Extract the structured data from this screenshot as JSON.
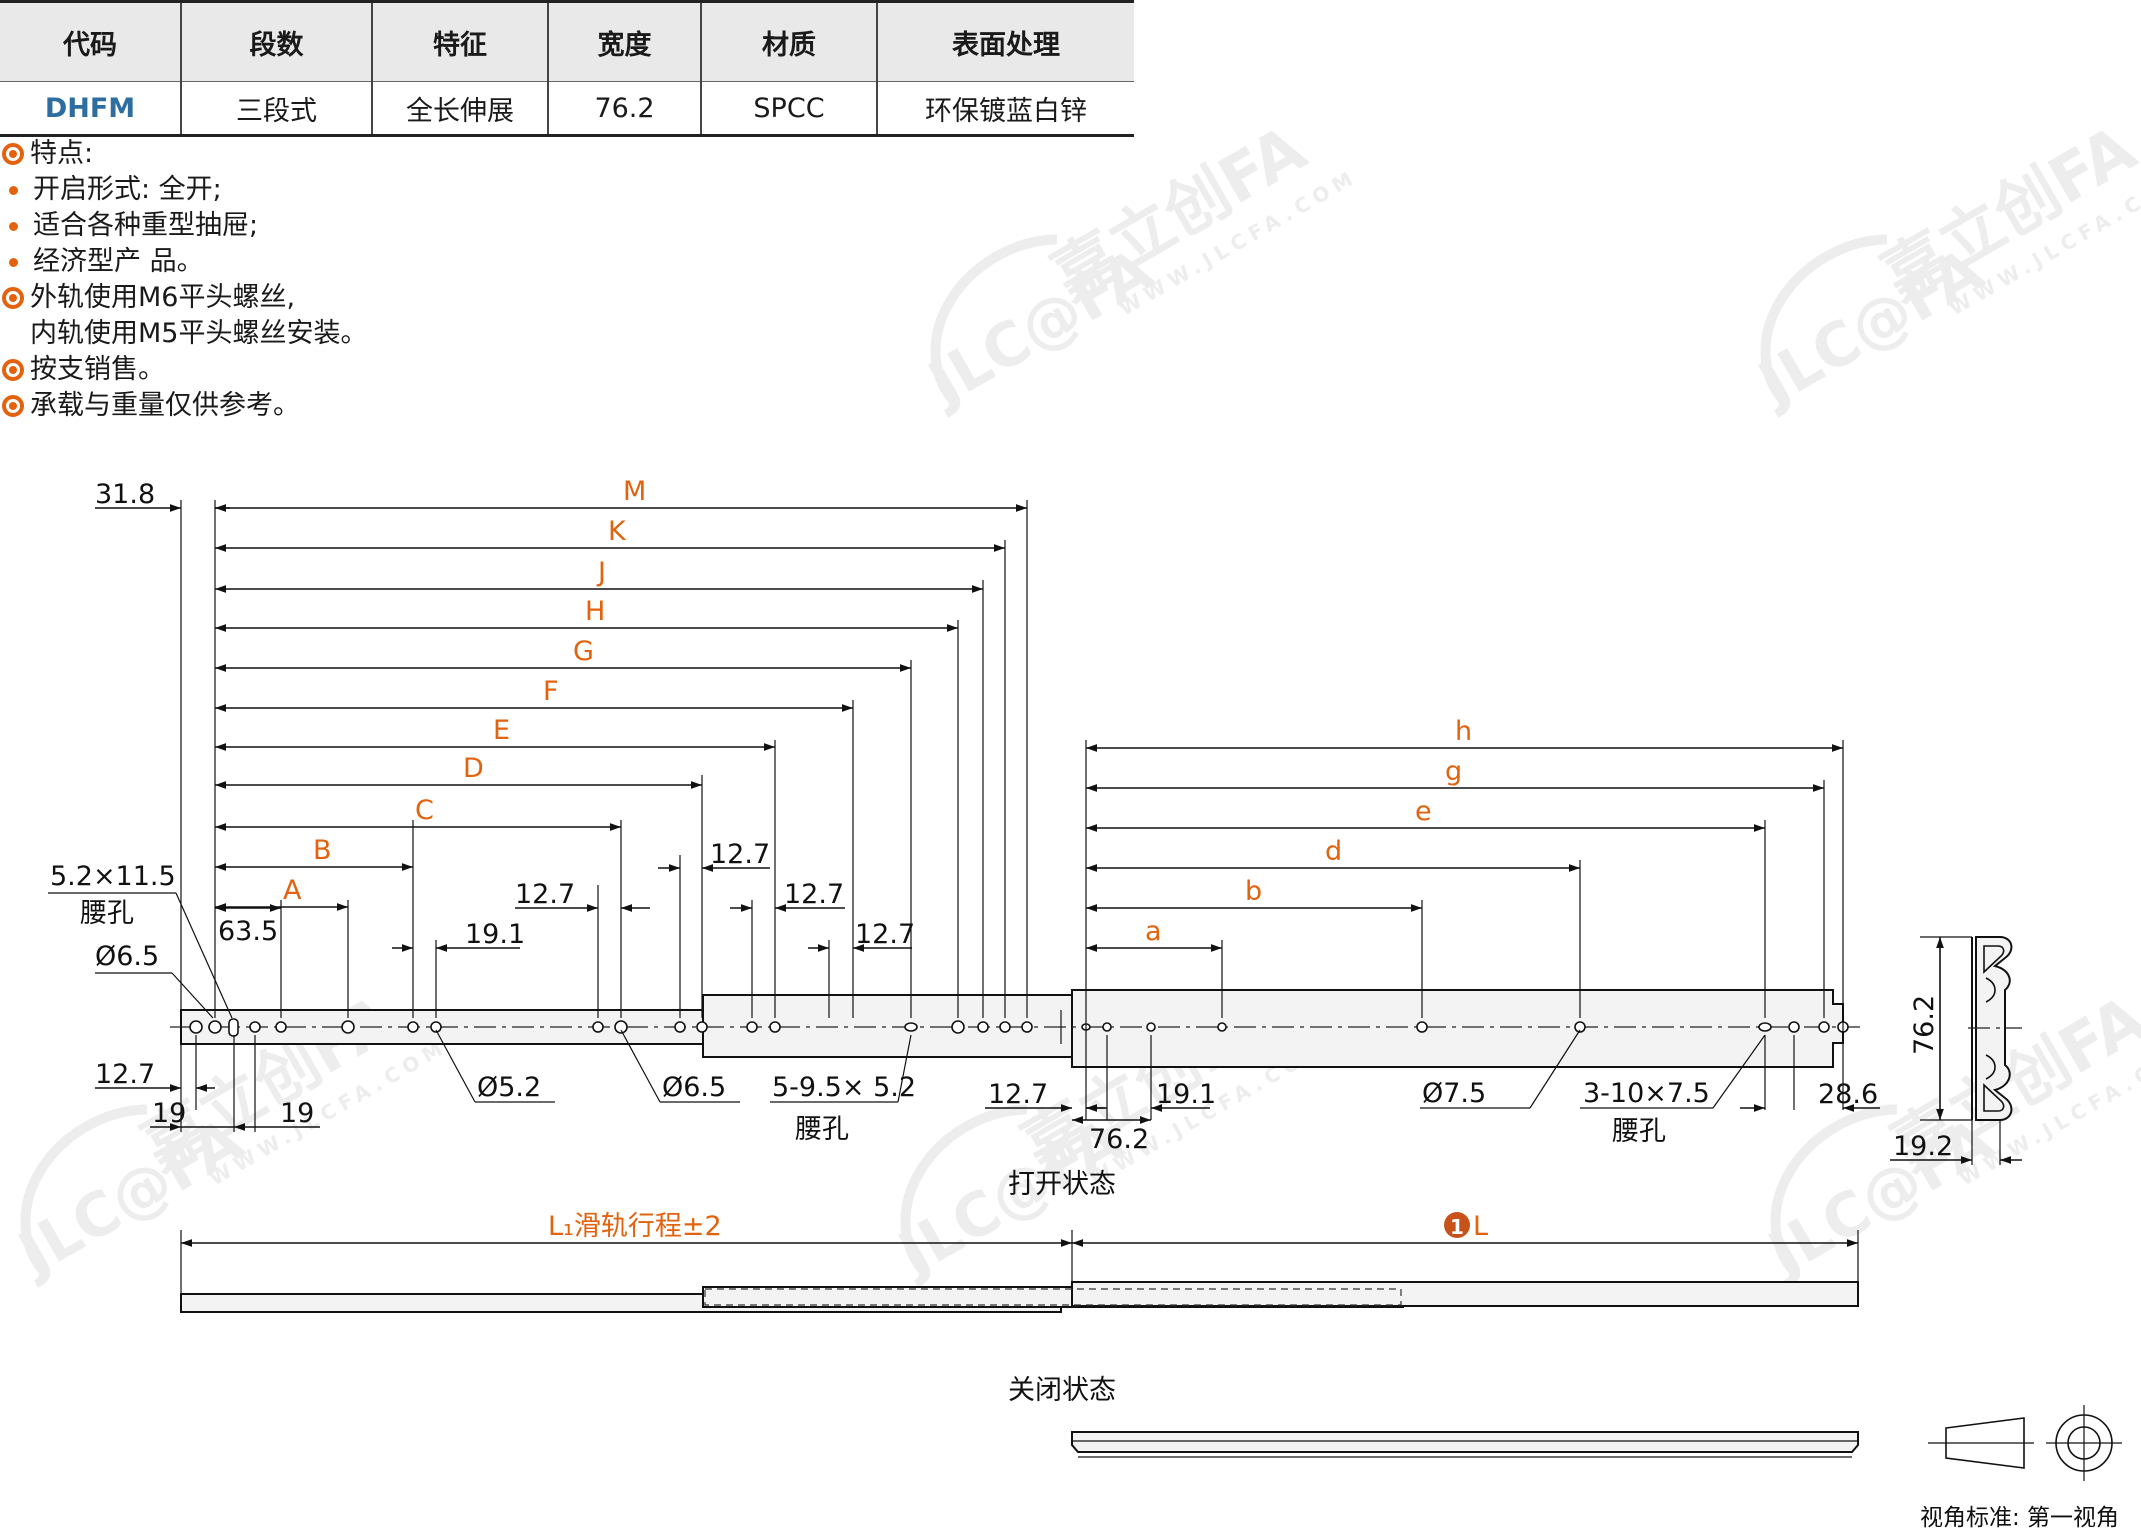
{
  "table": {
    "headers": [
      "代码",
      "段数",
      "特征",
      "宽度",
      "材质",
      "表面处理"
    ],
    "row": [
      "DHFM",
      "三段式",
      "全长伸展",
      "76.2",
      "SPCC",
      "环保镀蓝白锌"
    ]
  },
  "notes": [
    {
      "marker": "ring",
      "text": "特点:"
    },
    {
      "marker": "dot",
      "text": "开启形式: 全开;"
    },
    {
      "marker": "dot",
      "text": "适合各种重型抽屉;"
    },
    {
      "marker": "dot",
      "text": "经济型产 品。"
    },
    {
      "marker": "ring",
      "text": "外轨使用M6平头螺丝,"
    },
    {
      "marker": "none",
      "text": "内轨使用M5平头螺丝安装。"
    },
    {
      "marker": "ring",
      "text": "按支销售。"
    },
    {
      "marker": "ring",
      "text": "承载与重量仅供参考。"
    }
  ],
  "watermark": {
    "brand": "嘉立创FA",
    "logo": "JLC@FA",
    "url": "WWW.JLCFA.COM"
  },
  "drawing": {
    "upper_dims": [
      "M",
      "K",
      "J",
      "H",
      "G",
      "F",
      "E",
      "D",
      "C",
      "B",
      "A"
    ],
    "right_dims": [
      "h",
      "g",
      "e",
      "d",
      "b",
      "a"
    ],
    "labels": {
      "d31_8": "31.8",
      "slot_left": "5.2×11.5",
      "slot_left_sub": "腰孔",
      "hole_6_5": "Ø6.5",
      "d63_5": "63.5",
      "d12_7": "12.7",
      "d19_1": "19.1",
      "d19": "19",
      "hole_5_2": "Ø5.2",
      "hole_6_5b": "Ø6.5",
      "slot_mid": "5-9.5× 5.2",
      "slot_mid_sub": "腰孔",
      "d76_2": "76.2",
      "hole_7_5": "Ø7.5",
      "slot_right": "3-10×7.5",
      "slot_right_sub": "腰孔",
      "d28_6": "28.6",
      "d19_2": "19.2",
      "height_76_2": "76.2"
    },
    "open_state": "打开状态",
    "closed_state": "关闭状态",
    "l1_label": "L₁滑轨行程±2",
    "l_number": "1",
    "l_label": "L",
    "projection_label": "视角标准: 第一视角"
  },
  "colors": {
    "accent": "#e2620e",
    "code": "#2e6da0"
  }
}
